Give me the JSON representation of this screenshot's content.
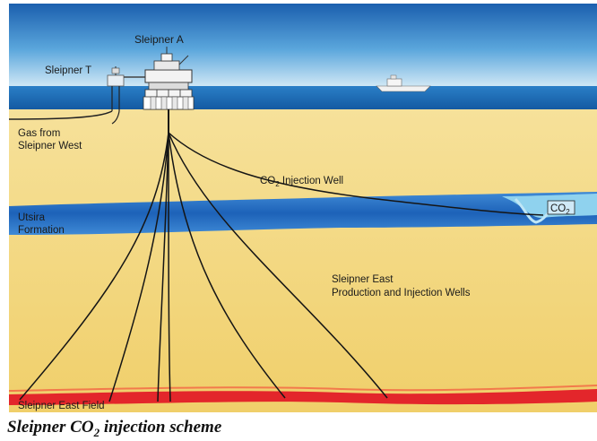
{
  "diagram": {
    "labels": {
      "sleipner_a": "Sleipner A",
      "sleipner_t": "Sleipner T",
      "gas_from_line1": "Gas from",
      "gas_from_line2": "Sleipner West",
      "co2_injection_well_prefix": "CO",
      "co2_injection_well_sub": "2",
      "co2_injection_well_suffix": " Injection Well",
      "co2_bubble_prefix": "CO",
      "co2_bubble_sub": "2",
      "utsira_line1": "Utsira",
      "utsira_line2": "Formation",
      "production_line1": "Sleipner East",
      "production_line2": "Production and Injection Wells",
      "east_field": "Sleipner East Field"
    },
    "colors": {
      "sky": "#3f8fcf",
      "sea": "#1f68b4",
      "sediment": "#f2d67a",
      "utsira": "#2d73c8",
      "field": "#e3262b"
    }
  },
  "caption": {
    "prefix": "Sleipner CO",
    "sub": "2",
    "suffix": " injection scheme"
  }
}
